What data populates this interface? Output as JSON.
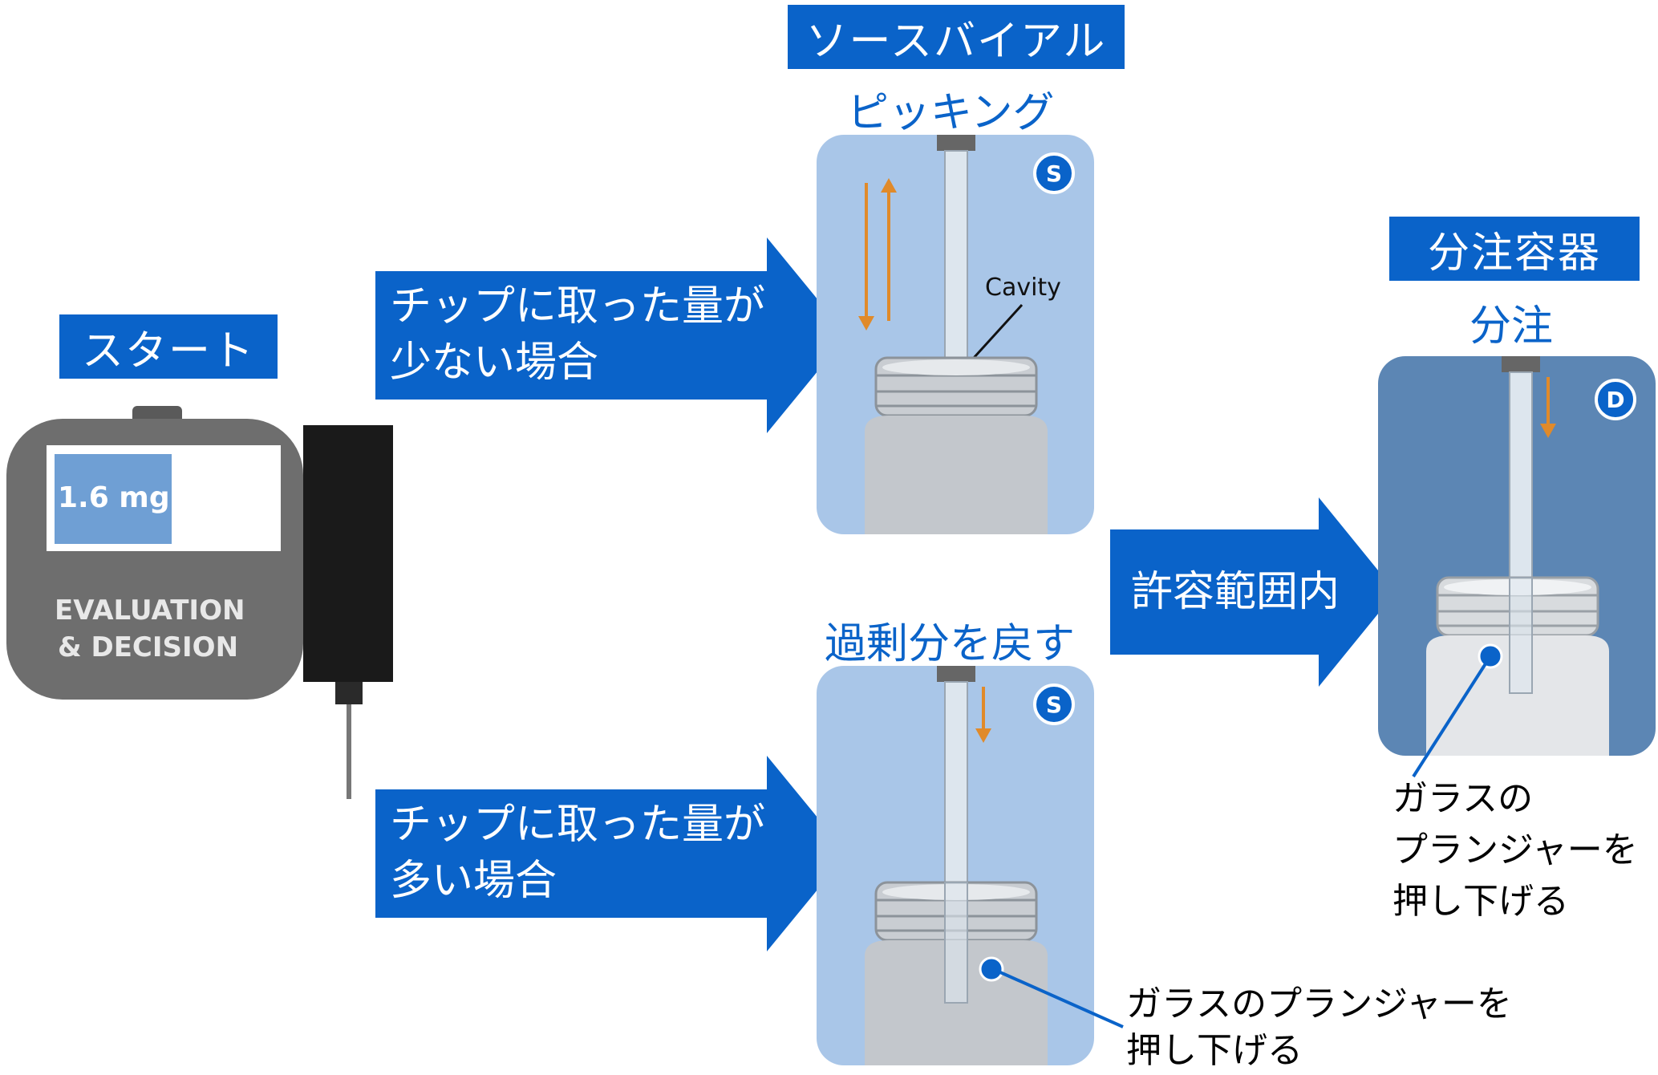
{
  "start": {
    "label": "スタート",
    "display_value": "1.6 mg",
    "device_text_line1": "EVALUATION",
    "device_text_line2": "& DECISION"
  },
  "source_vial": {
    "header": "ソースバイアル",
    "picking_label": "ピッキング",
    "return_label": "過剰分を戻す",
    "badge": "S",
    "cavity_label": "Cavity"
  },
  "branches": {
    "low_line1": "チップに取った量が",
    "low_line2": "少ない場合",
    "high_line1": "チップに取った量が",
    "high_line2": "多い場合"
  },
  "tolerance": {
    "label": "許容範囲内"
  },
  "dispense": {
    "header": "分注容器",
    "action_label": "分注",
    "badge": "D"
  },
  "annotations": {
    "dispense_line1": "ガラスの",
    "dispense_line2": "プランジャーを",
    "dispense_line3": "押し下げる",
    "return_line1": "ガラスのプランジャーを",
    "return_line2": "押し下げる"
  },
  "colors": {
    "primary_blue": "#0a63c9",
    "panel_light": "#a9c6e8",
    "panel_dark": "#5c86b4",
    "arrow_orange": "#e08a2a",
    "device_gray": "#6e6e6e"
  }
}
